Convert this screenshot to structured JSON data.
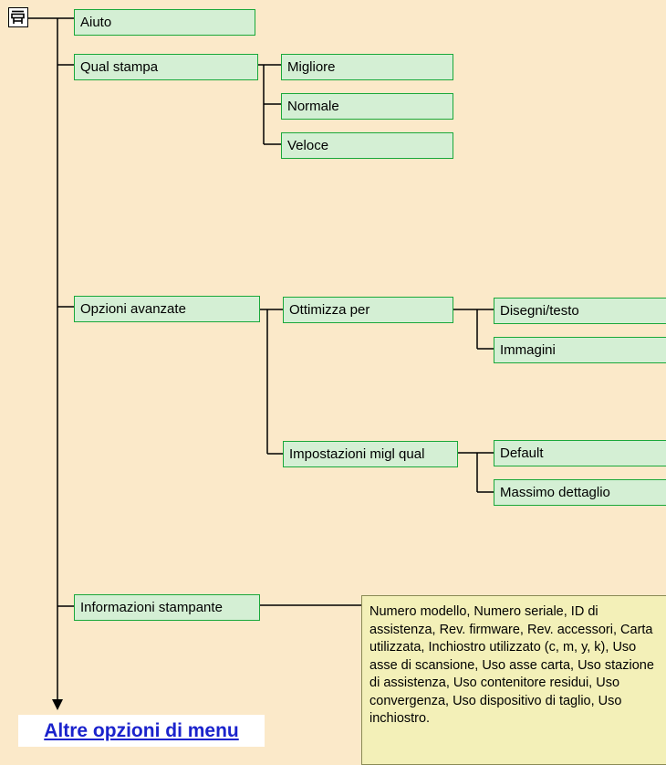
{
  "root": {
    "icon": "printer-icon"
  },
  "menu": {
    "help": "Aiuto",
    "print_quality": "Qual stampa",
    "quality_best": "Migliore",
    "quality_normal": "Normale",
    "quality_fast": "Veloce",
    "advanced_options": "Opzioni avanzate",
    "optimize_for": "Ottimizza per",
    "drawings_text": "Disegni/testo",
    "images": "Immagini",
    "best_quality_settings": "Impostazioni migl qual",
    "default": "Default",
    "max_detail": "Massimo dettaglio",
    "printer_info": "Informazioni stampante"
  },
  "info_text": "Numero modello, Numero seriale, ID di assistenza, Rev. firmware, Rev. accessori, Carta utilizzata, Inchiostro utilizzato (c, m, y, k), Uso asse di scansione, Uso asse carta, Uso stazione di assistenza, Uso contenitore residui, Uso convergenza, Uso dispositivo di taglio, Uso inchiostro.",
  "more_link": "Altre opzioni di menu",
  "colors": {
    "background": "#fbe9c9",
    "node_fill": "#d4efd4",
    "node_border": "#1aa83a",
    "info_fill": "#f3f0b8",
    "link": "#1a22cc"
  }
}
